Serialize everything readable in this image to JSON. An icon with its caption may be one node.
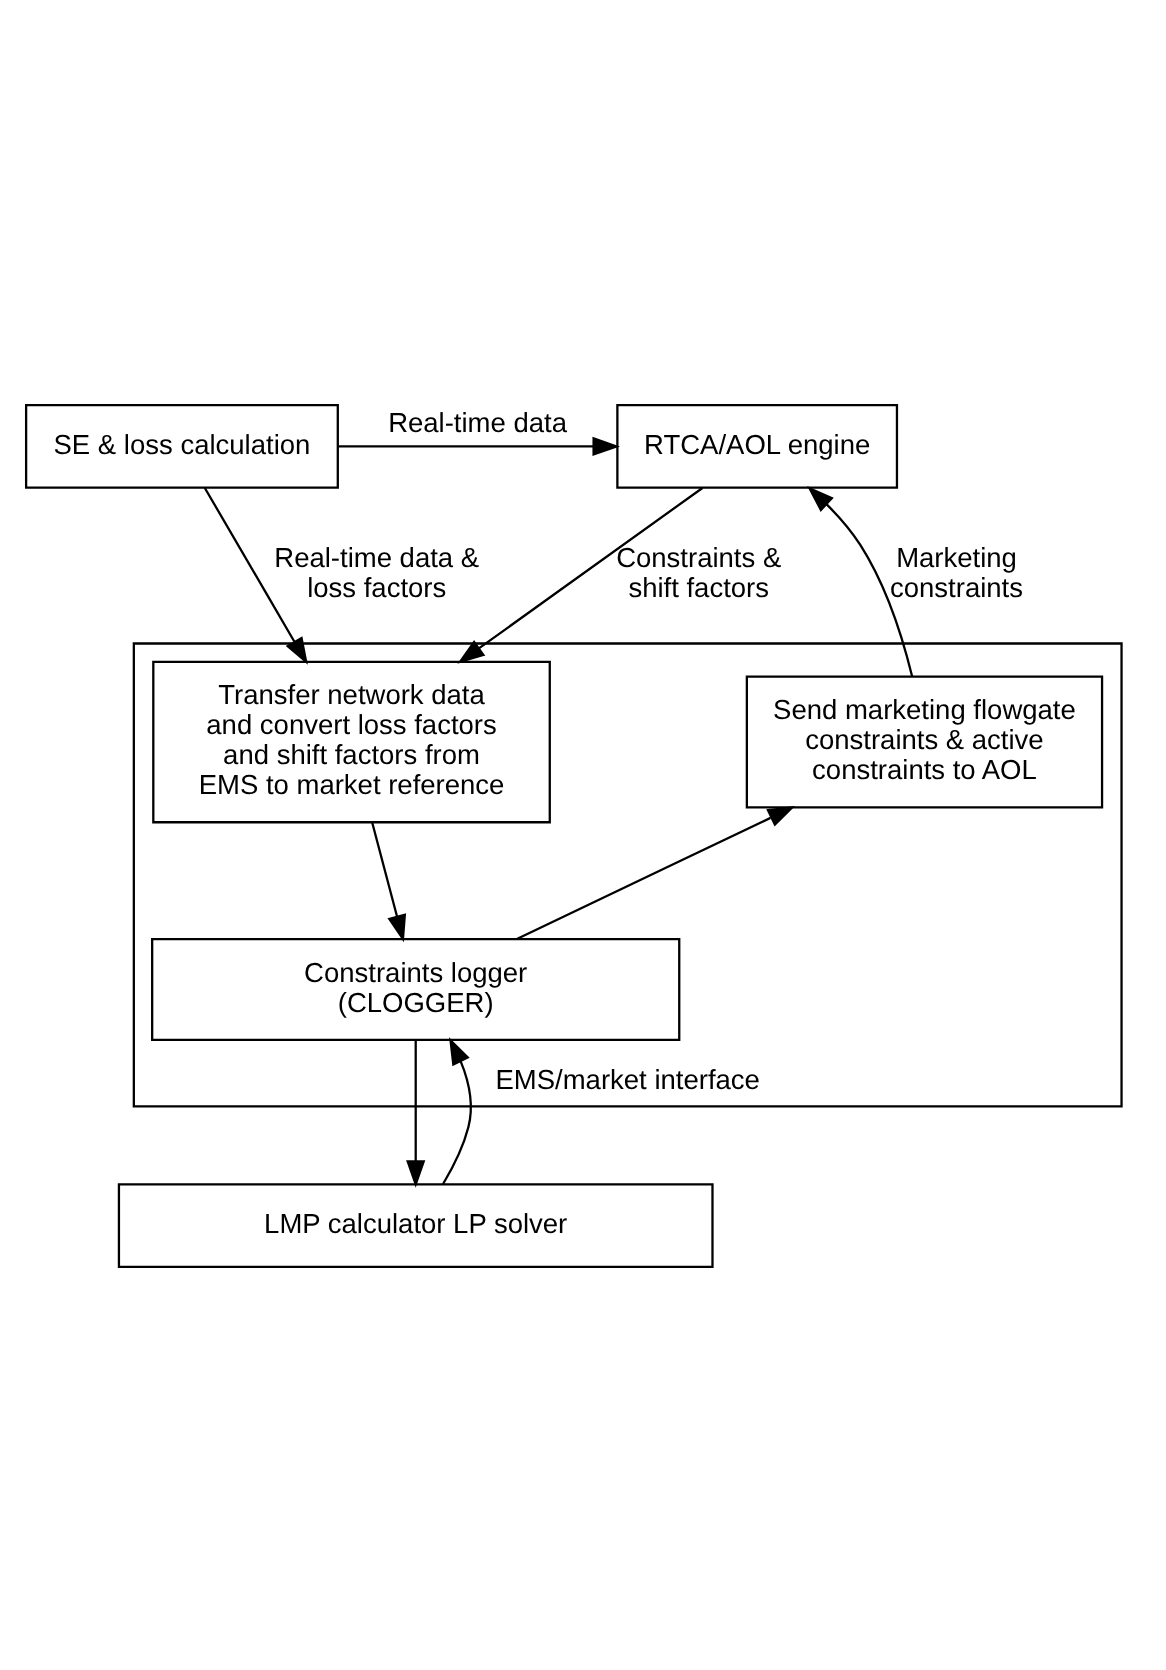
{
  "diagram": {
    "nodes": [
      {
        "text": [
          "SE & loss calculation"
        ]
      },
      {
        "text": [
          "RTCA/AOL engine"
        ]
      },
      {
        "text": [
          "EMS/market interface"
        ]
      },
      {
        "text": [
          "Transfer network data and convert loss factors and shift factors from EMS to market reference"
        ],
        "in": 2
      },
      {
        "text": [
          "Send marketing flowgate constraints & active constraints to AOL"
        ],
        "in": 2
      },
      {
        "text": [
          "Constraints logger (CLOGGER)"
        ],
        "in": 2
      },
      {
        "text": [
          "LMP calculator LP solver"
        ]
      }
    ],
    "edges": [
      {
        "from": 0,
        "to": 1,
        "arrow": "to",
        "label": "Real-time data"
      },
      {
        "from": 0,
        "to": 3,
        "arrow": "to",
        "label": "Real-time data & loss factors"
      },
      {
        "from": 1,
        "to": 3,
        "arrow": "to",
        "label": "Constraints & shift factors"
      },
      {
        "from": 4,
        "to": 1,
        "arrow": "to",
        "label": "Marketing constraints"
      },
      {
        "from": 3,
        "to": 5,
        "arrow": "to"
      },
      {
        "from": 5,
        "to": 4,
        "arrow": "to"
      },
      {
        "from": 5,
        "to": 6,
        "arrow": "to"
      },
      {
        "from": 6,
        "to": 5,
        "arrow": "to"
      }
    ]
  }
}
